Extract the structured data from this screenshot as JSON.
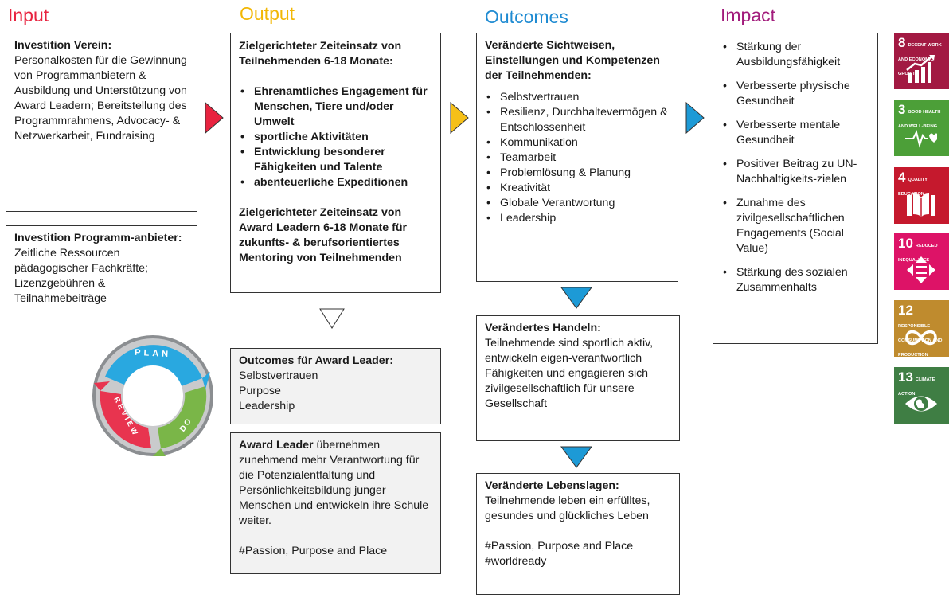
{
  "headers": {
    "input": "Input",
    "output": "Output",
    "outcomes": "Outcomes",
    "impact": "Impact"
  },
  "colors": {
    "input": "#e8233f",
    "output": "#f2b705",
    "outcomes": "#1f8bd2",
    "impact": "#a21c7c",
    "arrow_input": "#e8233f",
    "arrow_output": "#f6c018",
    "arrow_outcomes": "#1d9ad6",
    "cycle_plan": "#29a8e0",
    "cycle_do": "#7ab648",
    "cycle_review": "#e8344f"
  },
  "input": {
    "box1_title": "Investition Verein:",
    "box1_text": "Personalkosten für die Gewinnung von Programmanbietern & Ausbildung und Unterstützung von Award Leadern; Bereitstellung des Programmrahmens, Advocacy- & Netzwerkarbeit, Fundraising",
    "box2_title": "Investition Programm-anbieter:",
    "box2_text": " Zeitliche Ressourcen pädagogischer Fachkräfte; Lizenzgebühren & Teilnahmebeiträge"
  },
  "output": {
    "main_title": "Zielgerichteter Zeiteinsatz von Teilnehmenden 6-18 Monate:",
    "items": [
      "Ehrenamtliches Engagement für Menschen, Tiere und/oder Umwelt",
      "sportliche Aktivitäten",
      "Entwicklung besonderer Fähigkeiten und Talente",
      "abenteuerliche Expeditionen"
    ],
    "mentoring": "Zielgerichteter Zeiteinsatz von Award Leadern 6-18 Monate für zukunfts- & berufsorientiertes Mentoring von Teilnehmenden",
    "leader_title": "Outcomes für Award Leader:",
    "leader_items": [
      "Selbstvertrauen",
      "Purpose",
      "Leadership"
    ],
    "award_bold": "Award Leader",
    "award_text": " übernehmen zunehmend mehr Verantwortung für die Potenzialentfaltung und Persönlichkeitsbildung junger Menschen und entwickeln ihre Schule weiter.",
    "award_tag": "#Passion, Purpose and Place"
  },
  "outcomes": {
    "box1_title": "Veränderte Sichtweisen, Einstellungen und Kompetenzen der Teilnehmenden:",
    "box1_items": [
      "Selbstvertrauen",
      "Resilienz, Durchhaltevermögen & Entschlossenheit",
      "Kommunikation",
      "Teamarbeit",
      "Problemlösung & Planung",
      "Kreativität",
      "Globale Verantwortung",
      "Leadership"
    ],
    "box2_title": "Verändertes Handeln:",
    "box2_text": "Teilnehmende sind sportlich aktiv, entwickeln eigen-verantwortlich Fähigkeiten und engagieren sich zivilgesellschaftlich für unsere Gesellschaft",
    "box3_title": "Veränderte Lebenslagen:",
    "box3_text": "Teilnehmende leben ein erfülltes, gesundes und glückliches Leben",
    "box3_tag1": "#Passion, Purpose and Place",
    "box3_tag2": "#worldready"
  },
  "impact": {
    "items": [
      "Stärkung der Ausbildungsfähigkeit",
      "Verbesserte physische Gesundheit",
      "Verbesserte mentale Gesundheit",
      "Positiver Beitrag zu UN-Nachhaltigkeits-zielen",
      "Zunahme des zivilgesellschaftlichen Engagements (Social Value)",
      "Stärkung des sozialen Zusammenhalts"
    ]
  },
  "cycle": {
    "plan": "PLAN",
    "do": "DO",
    "review": "REVIEW"
  },
  "sdgs": [
    {
      "num": "8",
      "title": "Decent work and economic growth",
      "color": "#a21942",
      "icon": "growth-chart-icon"
    },
    {
      "num": "3",
      "title": "Good health and well-being",
      "color": "#4c9f38",
      "icon": "heartbeat-icon"
    },
    {
      "num": "4",
      "title": "Quality education",
      "color": "#c5192d",
      "icon": "book-icon"
    },
    {
      "num": "10",
      "title": "Reduced inequalities",
      "color": "#dd1367",
      "icon": "equality-icon"
    },
    {
      "num": "12",
      "title": "Responsible consumption and production",
      "color": "#bf8b2e",
      "icon": "infinity-icon"
    },
    {
      "num": "13",
      "title": "Climate action",
      "color": "#3f7e44",
      "icon": "eye-globe-icon"
    }
  ]
}
